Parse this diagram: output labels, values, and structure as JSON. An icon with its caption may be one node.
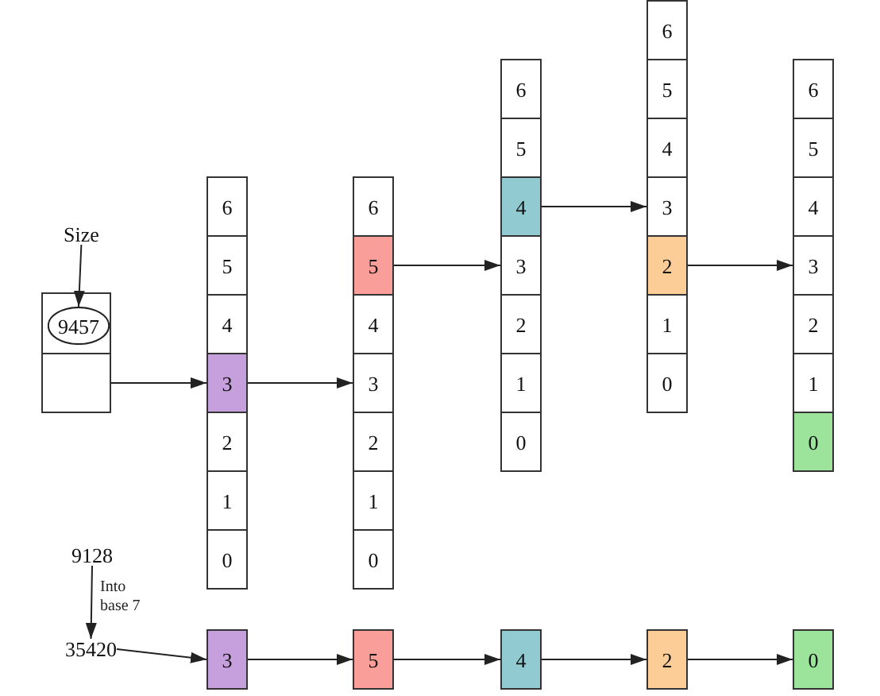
{
  "diagram": {
    "nodes": [
      {
        "text": [
          "Size"
        ]
      },
      {
        "text": [],
        "shape": "box"
      },
      {
        "text": [
          "9457"
        ],
        "in": 1
      },
      {
        "text": [],
        "shape": "box"
      },
      {
        "text": [
          "6"
        ]
      },
      {
        "text": [
          "5"
        ]
      },
      {
        "text": [
          "4"
        ]
      },
      {
        "text": [
          "3"
        ]
      },
      {
        "text": [
          "2"
        ]
      },
      {
        "text": [
          "1"
        ]
      },
      {
        "text": [
          "0"
        ]
      },
      {
        "text": [
          "6"
        ]
      },
      {
        "text": [
          "5"
        ]
      },
      {
        "text": [
          "4"
        ]
      },
      {
        "text": [
          "3"
        ]
      },
      {
        "text": [
          "2"
        ]
      },
      {
        "text": [
          "1"
        ]
      },
      {
        "text": [
          "0"
        ]
      },
      {
        "text": [
          "6"
        ]
      },
      {
        "text": [
          "5"
        ]
      },
      {
        "text": [
          "4"
        ]
      },
      {
        "text": [
          "3"
        ]
      },
      {
        "text": [
          "2"
        ]
      },
      {
        "text": [
          "1"
        ]
      },
      {
        "text": [
          "0"
        ]
      },
      {
        "text": [
          "6"
        ]
      },
      {
        "text": [
          "5"
        ]
      },
      {
        "text": [
          "4"
        ]
      },
      {
        "text": [
          "3"
        ]
      },
      {
        "text": [
          "2"
        ]
      },
      {
        "text": [
          "1"
        ]
      },
      {
        "text": [
          "0"
        ]
      },
      {
        "text": [
          "6"
        ]
      },
      {
        "text": [
          "5"
        ]
      },
      {
        "text": [
          "4"
        ]
      },
      {
        "text": [
          "3"
        ]
      },
      {
        "text": [
          "2"
        ]
      },
      {
        "text": [
          "1"
        ]
      },
      {
        "text": [
          "0"
        ]
      },
      {
        "text": [
          "9128"
        ]
      },
      {
        "text": [
          "35420"
        ]
      },
      {
        "text": [
          "3"
        ]
      },
      {
        "text": [
          "5"
        ]
      },
      {
        "text": [
          "4"
        ]
      },
      {
        "text": [
          "2"
        ]
      },
      {
        "text": [
          "0"
        ]
      }
    ],
    "edges": [
      {
        "from": 0,
        "to": 2,
        "arrow": "to"
      },
      {
        "from": 3,
        "to": 7,
        "arrow": "to"
      },
      {
        "from": 7,
        "to": 14,
        "arrow": "to"
      },
      {
        "from": 12,
        "to": 21,
        "arrow": "to"
      },
      {
        "from": 20,
        "to": 28,
        "arrow": "to"
      },
      {
        "from": 29,
        "to": 35,
        "arrow": "to"
      },
      {
        "from": 39,
        "to": 40,
        "arrow": "to",
        "label": "Into base 7"
      },
      {
        "from": 40,
        "to": 41,
        "arrow": "to"
      },
      {
        "from": 41,
        "to": 42,
        "arrow": "to"
      },
      {
        "from": 42,
        "to": 43,
        "arrow": "to"
      },
      {
        "from": 43,
        "to": 44,
        "arrow": "to"
      },
      {
        "from": 44,
        "to": 45,
        "arrow": "to"
      }
    ]
  }
}
